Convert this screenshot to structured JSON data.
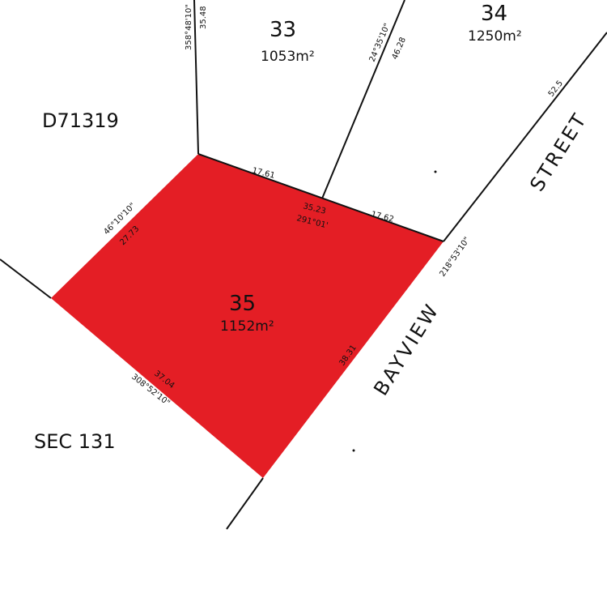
{
  "colors": {
    "highlight_lot": "#e41e25",
    "lines": "#111111",
    "background": "#ffffff"
  },
  "plan_labels": {
    "deposited_plan": "D71319",
    "section": "SEC 131"
  },
  "streets": {
    "bayview": "BAYVIEW",
    "street": "STREET"
  },
  "lots": [
    {
      "number": "33",
      "area": "1053m²"
    },
    {
      "number": "34",
      "area": "1250m²"
    },
    {
      "number": "35",
      "area": "1152m²",
      "highlighted": true
    }
  ],
  "dimensions": {
    "west_boundary_bearing": "358°48'10\"",
    "west_boundary_length": "35.48",
    "lot33_34_bearing": "24°35'10\"",
    "lot33_34_length": "46.28",
    "street_frontage_length": "52.5",
    "north_segment_1": "17.61",
    "north_segment_2": "17.62",
    "north_total": "35.23",
    "north_bearing": "291°01'",
    "nw_bearing": "46°10'10\"",
    "nw_length": "27.73",
    "se_bearing": "218°53'10\"",
    "se_length": "38.31",
    "sw_bearing": "308°52'10\"",
    "sw_length": "37.04"
  }
}
